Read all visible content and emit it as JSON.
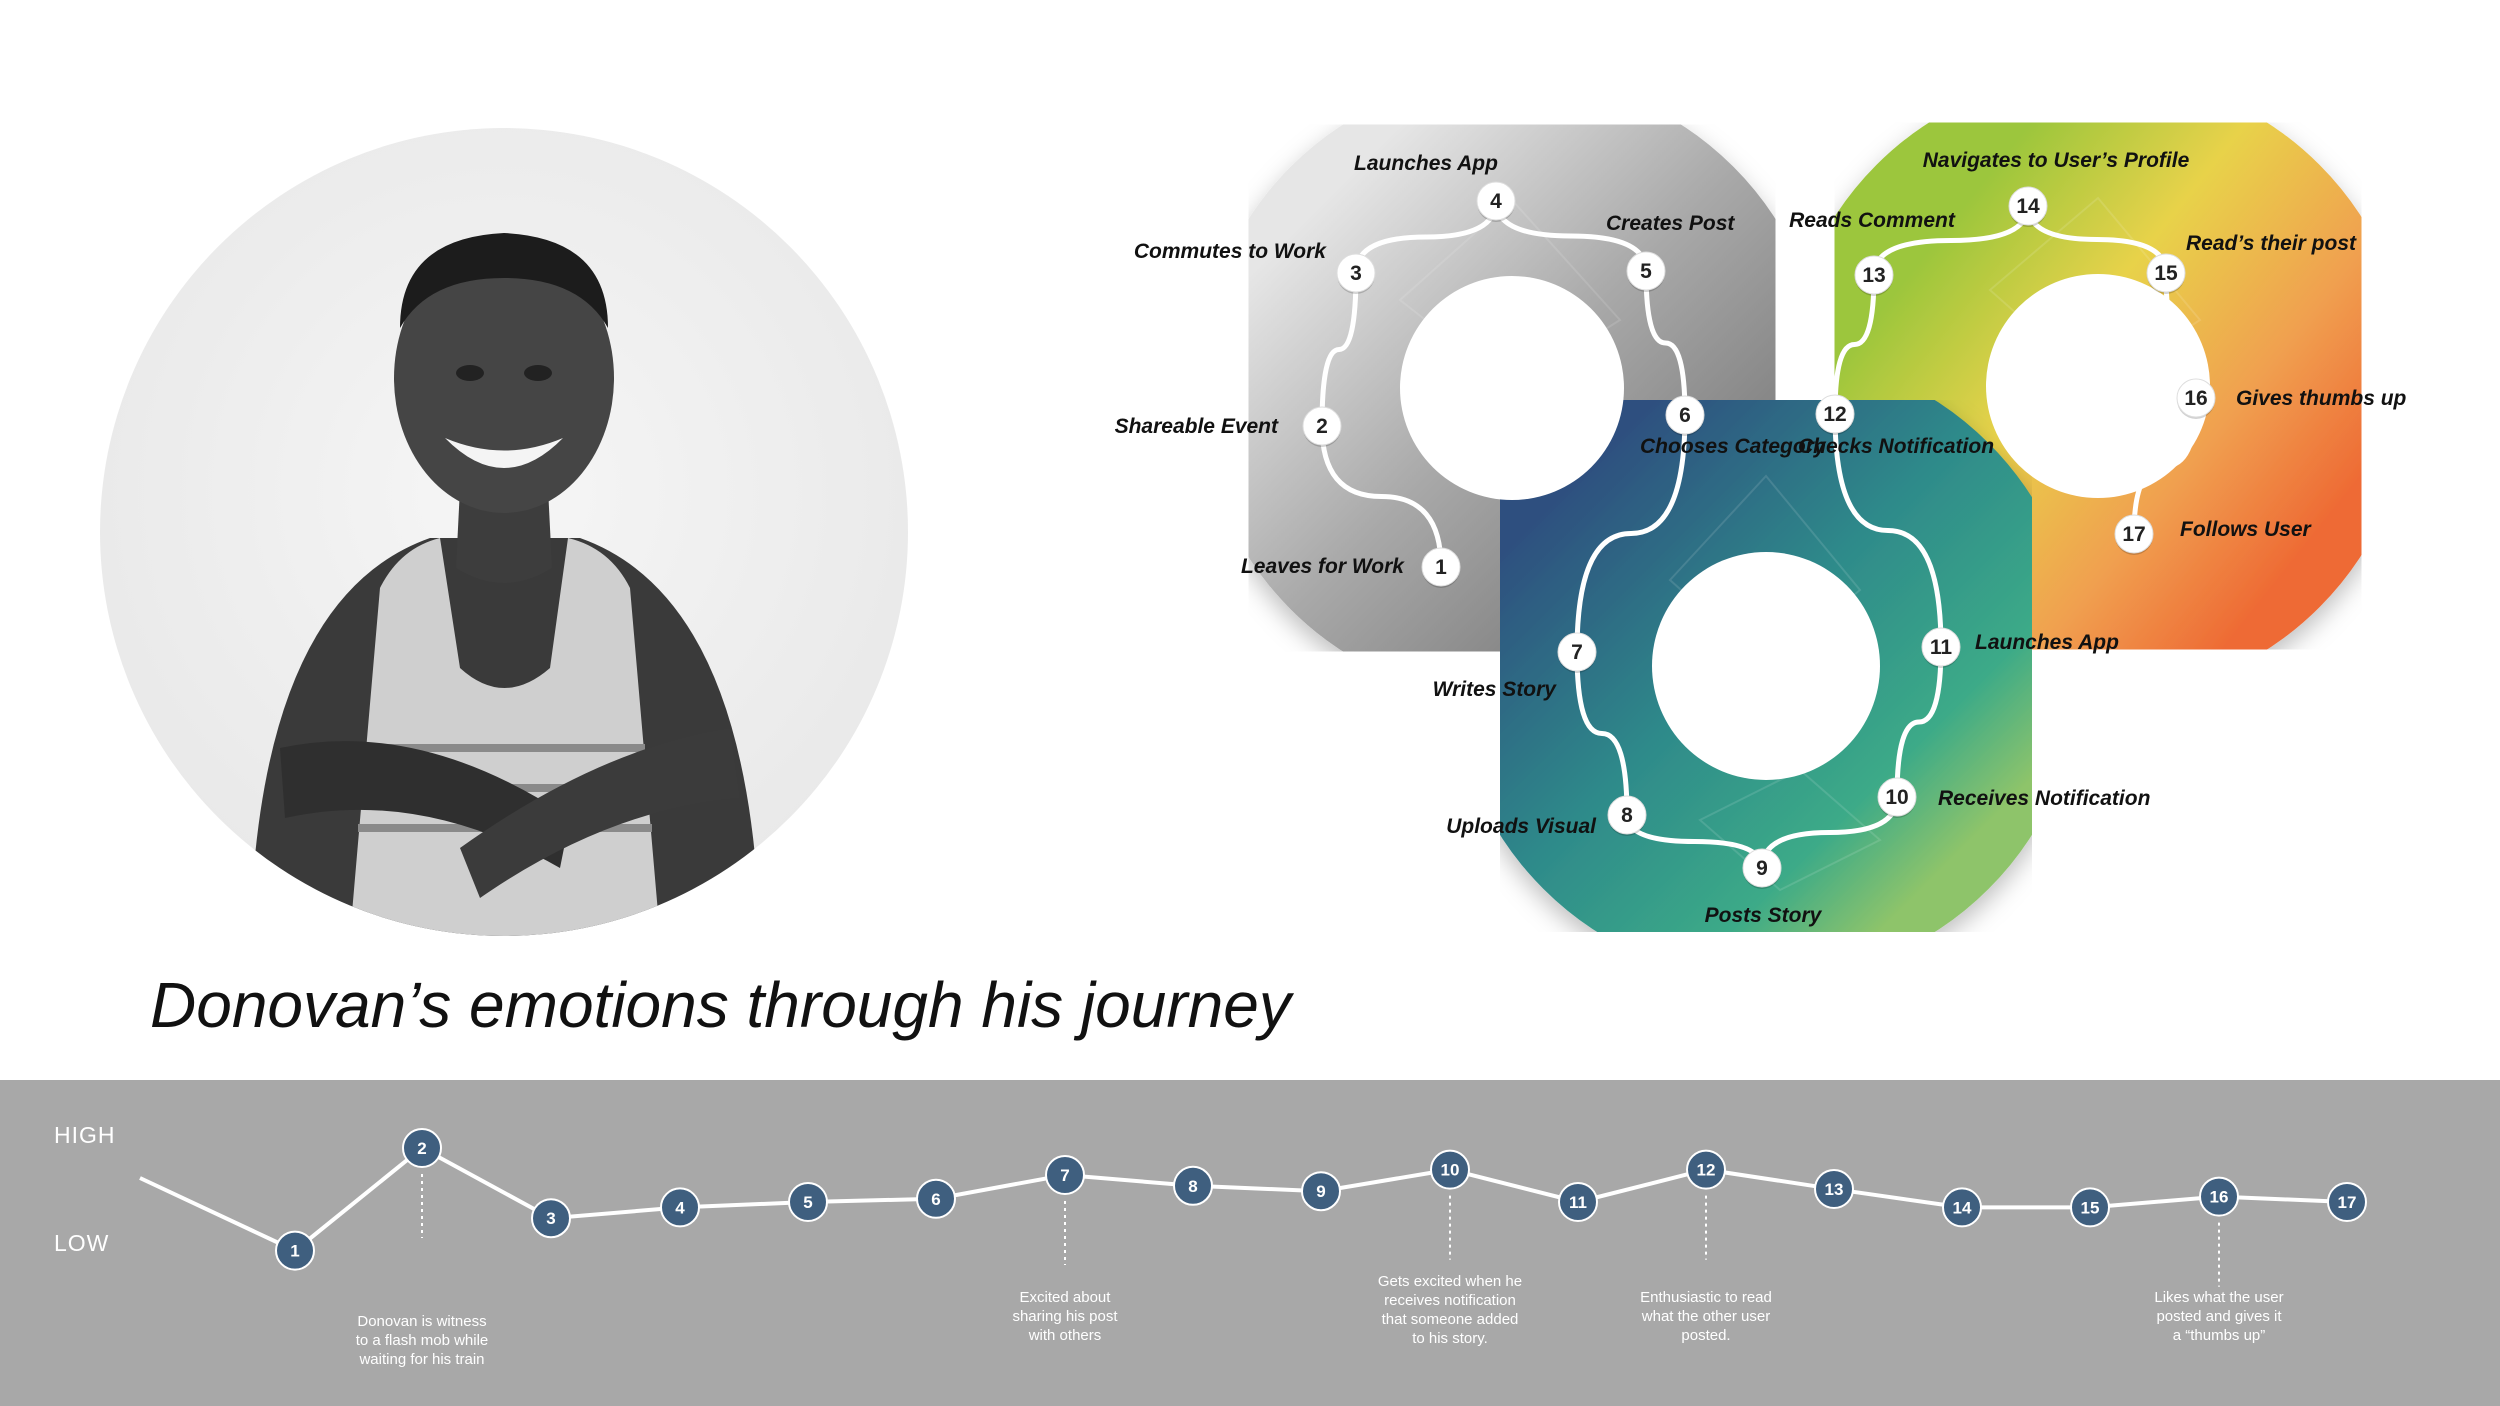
{
  "title": "Donovan’s emotions through his journey",
  "levels": {
    "high": "HIGH",
    "low": "LOW"
  },
  "colors": {
    "band": "#a8a8a8",
    "marker": "#3f5f7f",
    "gray_ring": "#9a9a9a",
    "teal_ring": "#3c8a8a",
    "yellow_orange_ring": "#e0b03c"
  },
  "journey_steps": [
    {
      "n": "1",
      "label": "Leaves for Work"
    },
    {
      "n": "2",
      "label": "Shareable Event"
    },
    {
      "n": "3",
      "label": "Commutes to Work"
    },
    {
      "n": "4",
      "label": "Launches App"
    },
    {
      "n": "5",
      "label": "Creates Post"
    },
    {
      "n": "6",
      "label": "Chooses Category"
    },
    {
      "n": "7",
      "label": "Writes Story"
    },
    {
      "n": "8",
      "label": "Uploads Visual"
    },
    {
      "n": "9",
      "label": "Posts Story"
    },
    {
      "n": "10",
      "label": "Receives Notification"
    },
    {
      "n": "11",
      "label": "Launches App"
    },
    {
      "n": "12",
      "label": "Checks Notification"
    },
    {
      "n": "13",
      "label": "Reads Comment"
    },
    {
      "n": "14",
      "label": "Navigates to User’s Profile"
    },
    {
      "n": "15",
      "label": "Read’s their post"
    },
    {
      "n": "16",
      "label": "Gives thumbs up"
    },
    {
      "n": "17",
      "label": "Follows User"
    }
  ],
  "chart_data": {
    "type": "line",
    "x": [
      "1",
      "2",
      "3",
      "4",
      "5",
      "6",
      "7",
      "8",
      "9",
      "10",
      "11",
      "12",
      "13",
      "14",
      "15",
      "16",
      "17"
    ],
    "values": [
      0.05,
      1.0,
      0.35,
      0.45,
      0.5,
      0.53,
      0.75,
      0.65,
      0.6,
      0.8,
      0.5,
      0.8,
      0.62,
      0.45,
      0.45,
      0.55,
      0.5
    ],
    "ylabels": [
      "HIGH",
      "LOW"
    ],
    "annotations": [
      {
        "at": "2",
        "lines": [
          "Donovan is witness",
          "to a flash mob while",
          "waiting for his train"
        ]
      },
      {
        "at": "7",
        "lines": [
          "Excited about",
          "sharing his post",
          "with others"
        ]
      },
      {
        "at": "10",
        "lines": [
          "Gets excited when he",
          "receives notification",
          "that someone added",
          "to his story."
        ]
      },
      {
        "at": "12",
        "lines": [
          "Enthusiastic to read",
          "what the other user",
          "posted."
        ]
      },
      {
        "at": "16",
        "lines": [
          "Likes what the user",
          "posted and gives it",
          "a “thumbs up”"
        ]
      }
    ]
  }
}
